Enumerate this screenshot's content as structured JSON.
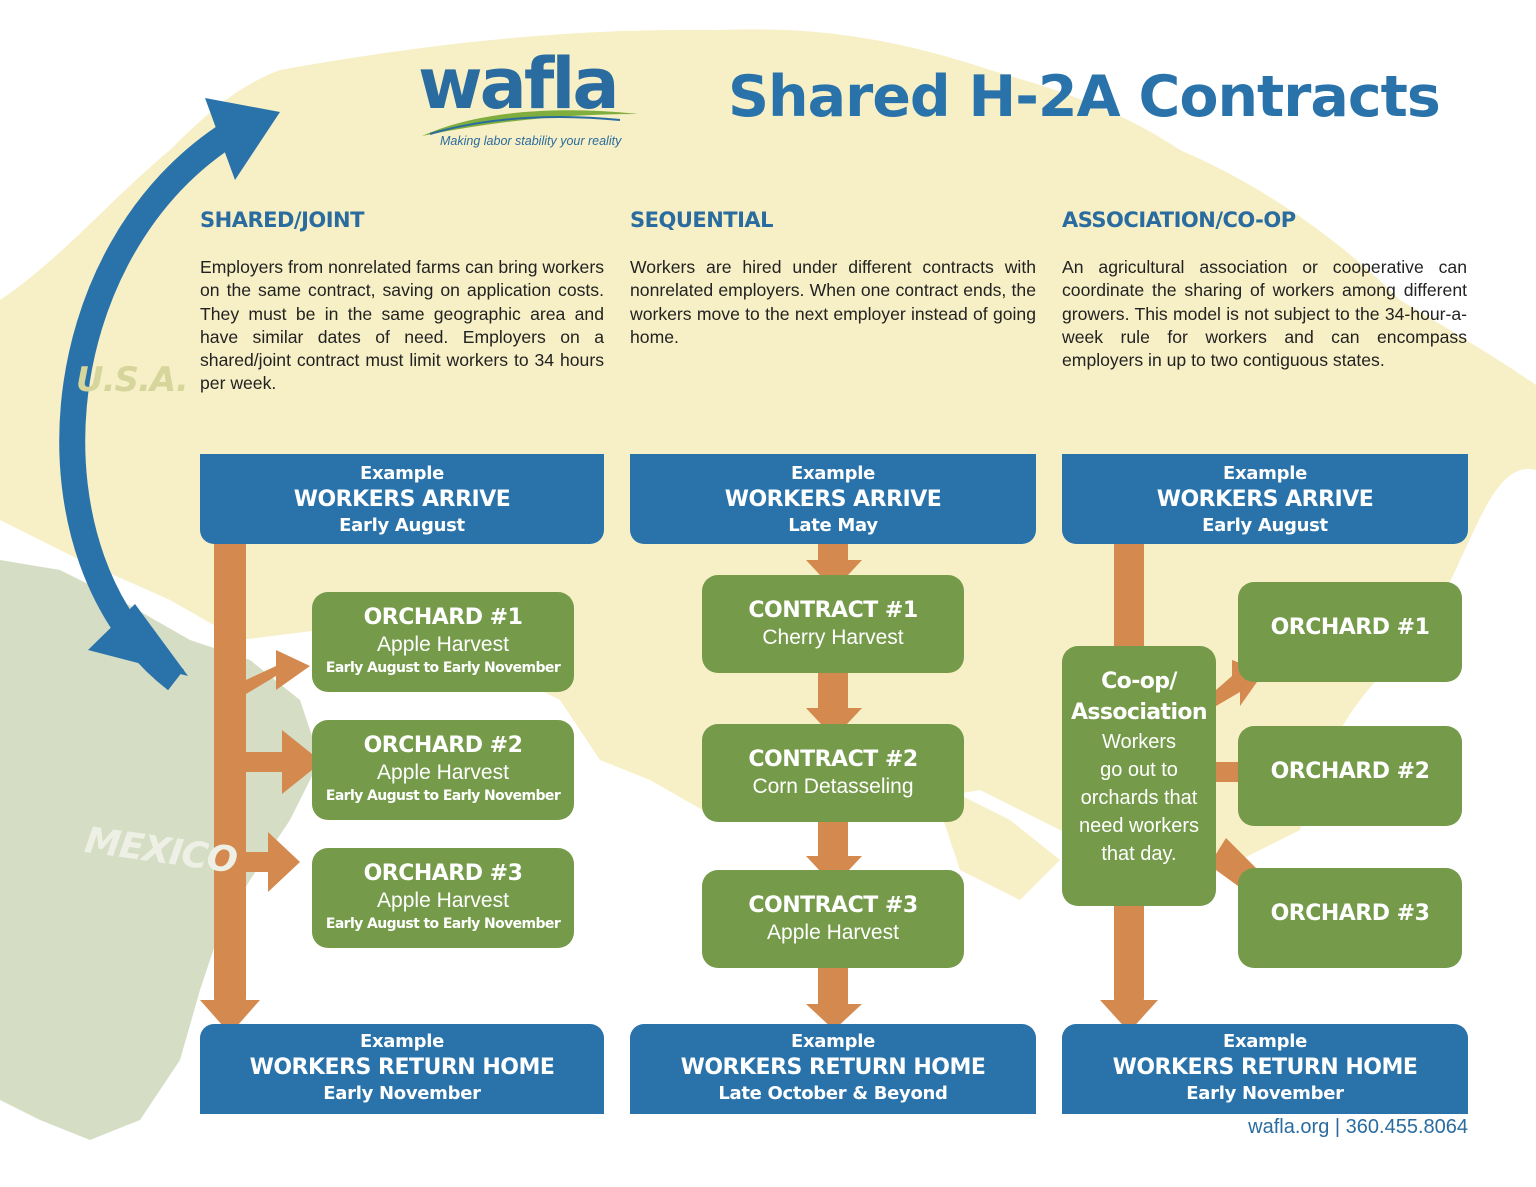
{
  "logo": {
    "wordmark": "wafla",
    "tagline": "Making labor stability your reality"
  },
  "title": "Shared H-2A Contracts",
  "map_labels": {
    "usa": "U.S.A.",
    "mexico": "MEXICO"
  },
  "columns": [
    {
      "heading": "SHARED/JOINT",
      "description": "Employers from nonrelated farms can bring workers on the same contract, saving on application costs. They must be in the same geographic area and have similar dates of need. Employers on a shared/joint contract must limit workers to 34 hours per week.",
      "arrive": {
        "label": "Example",
        "title": "WORKERS ARRIVE",
        "when": "Early August"
      },
      "steps": [
        {
          "title": "ORCHARD #1",
          "subtitle": "Apple Harvest",
          "dates": "Early August to Early November"
        },
        {
          "title": "ORCHARD #2",
          "subtitle": "Apple Harvest",
          "dates": "Early August to Early November"
        },
        {
          "title": "ORCHARD #3",
          "subtitle": "Apple Harvest",
          "dates": "Early August to Early November"
        }
      ],
      "return": {
        "label": "Example",
        "title": "WORKERS RETURN HOME",
        "when": "Early November"
      }
    },
    {
      "heading": "SEQUENTIAL",
      "description": "Workers are hired under different contracts with nonrelated employers. When one contract ends, the workers move to the next employer instead of going home.",
      "arrive": {
        "label": "Example",
        "title": "WORKERS ARRIVE",
        "when": "Late May"
      },
      "steps": [
        {
          "title": "CONTRACT #1",
          "subtitle": "Cherry Harvest"
        },
        {
          "title": "CONTRACT #2",
          "subtitle": "Corn Detasseling"
        },
        {
          "title": "CONTRACT #3",
          "subtitle": "Apple Harvest"
        }
      ],
      "return": {
        "label": "Example",
        "title": "WORKERS RETURN HOME",
        "when": "Late October & Beyond"
      }
    },
    {
      "heading": "ASSOCIATION/CO-OP",
      "description": "An agricultural association or cooperative can coordinate the sharing of workers among different growers. This model is not subject to the 34-hour-a-week rule for workers and can encompass employers in up to two contiguous states.",
      "arrive": {
        "label": "Example",
        "title": "WORKERS ARRIVE",
        "when": "Early August"
      },
      "coop": {
        "title_line1": "Co-op/",
        "title_line2": "Association",
        "body": [
          "Workers",
          "go out to",
          "orchards that",
          "need workers",
          "that day."
        ]
      },
      "steps": [
        {
          "title": "ORCHARD #1"
        },
        {
          "title": "ORCHARD #2"
        },
        {
          "title": "ORCHARD #3"
        }
      ],
      "return": {
        "label": "Example",
        "title": "WORKERS RETURN HOME",
        "when": "Early November"
      }
    }
  ],
  "footer": {
    "website": "wafla.org",
    "separator": "|",
    "phone": "360.455.8064"
  },
  "colors": {
    "blue": "#2a73aa",
    "green": "#759b4a",
    "orange": "#d4894f",
    "map_usa": "#f7efc5",
    "map_mexico": "#d5dec4"
  }
}
